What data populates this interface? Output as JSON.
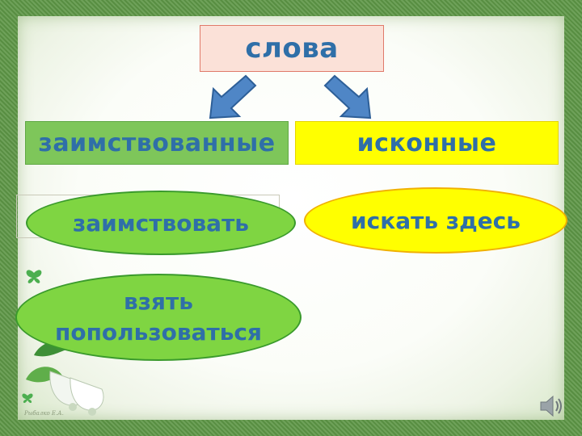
{
  "slide": {
    "title": "слова",
    "categories": {
      "borrowed": "заимствованные",
      "native": "исконные"
    },
    "words": {
      "borrow": "заимствовать",
      "take_line1": "взять",
      "take_line2": "попользоваться",
      "search": "искать здесь"
    }
  },
  "icons": {
    "left_arrow": "arrow-down-left-icon",
    "right_arrow": "arrow-down-right-icon",
    "sound": "speaker-icon",
    "bells": "bells-decoration-icon",
    "butterflies": "butterfly-icon"
  },
  "colors": {
    "text": "#2f6fa8",
    "borrowed_fill": "#7ec65a",
    "native_fill": "#ffff00",
    "title_fill": "#fbe1d8",
    "arrow": "#4f86c6",
    "frame": "#5d9646"
  }
}
